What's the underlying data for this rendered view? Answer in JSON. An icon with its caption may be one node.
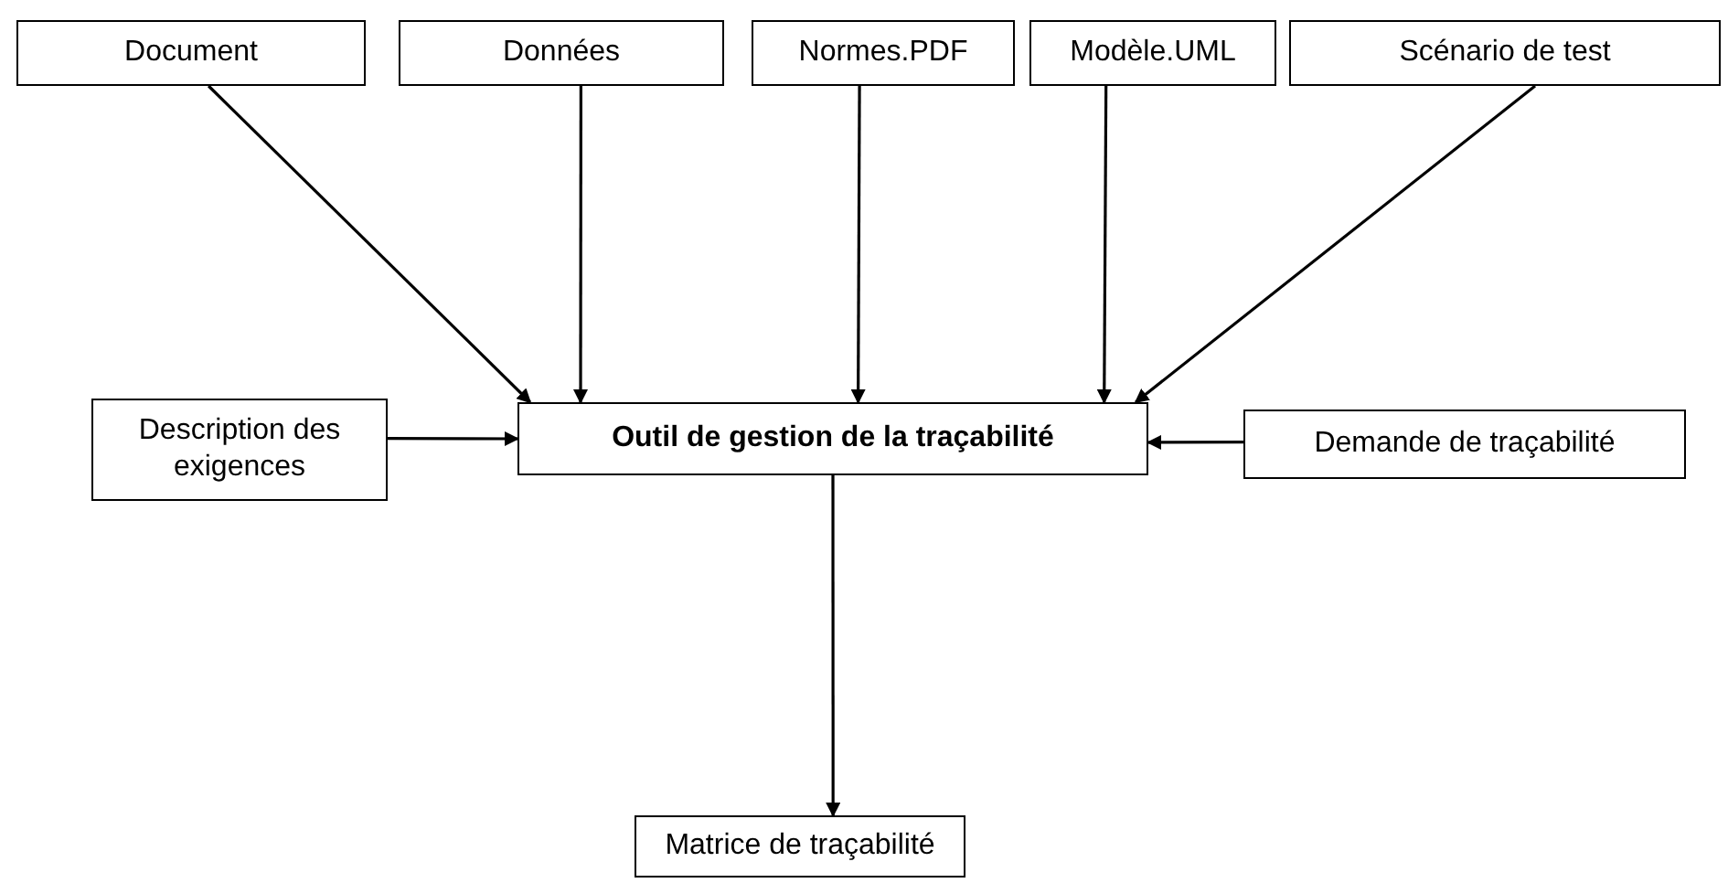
{
  "diagram": {
    "nodes": [
      {
        "text": [
          "Document"
        ]
      },
      {
        "text": [
          "Données"
        ]
      },
      {
        "text": [
          "Normes.PDF"
        ]
      },
      {
        "text": [
          "Modèle.UML"
        ]
      },
      {
        "text": [
          "Scénario de test"
        ]
      },
      {
        "text": [
          "Description des exigences"
        ]
      },
      {
        "text": [
          "Outil de gestion de la traçabilité"
        ]
      },
      {
        "text": [
          "Demande de traçabilité"
        ]
      },
      {
        "text": [
          "Matrice de traçabilité"
        ]
      }
    ],
    "edges": [
      {
        "from": 0,
        "to": 6,
        "arrow": "to"
      },
      {
        "from": 1,
        "to": 6,
        "arrow": "to"
      },
      {
        "from": 2,
        "to": 6,
        "arrow": "to"
      },
      {
        "from": 3,
        "to": 6,
        "arrow": "to"
      },
      {
        "from": 4,
        "to": 6,
        "arrow": "to"
      },
      {
        "from": 5,
        "to": 6,
        "arrow": "to"
      },
      {
        "from": 7,
        "to": 6,
        "arrow": "to"
      },
      {
        "from": 6,
        "to": 8,
        "arrow": "to"
      }
    ]
  }
}
